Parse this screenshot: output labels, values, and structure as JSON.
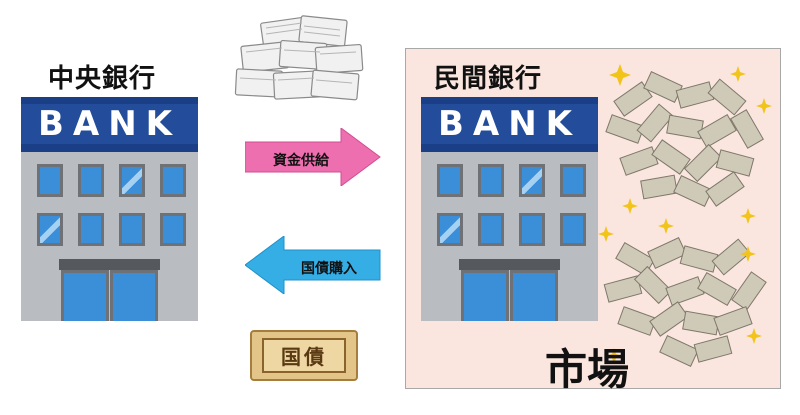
{
  "central_bank": {
    "title": "中央銀行",
    "sign": "BANK"
  },
  "private_bank": {
    "title": "民間銀行",
    "sign": "BANK"
  },
  "market": {
    "label": "市場"
  },
  "flows": {
    "supply_label": "資金供給",
    "bond_purchase_label": "国債購入"
  },
  "bond": {
    "label": "国債"
  },
  "colors": {
    "supply_arrow": "#ee6fb0",
    "bond_arrow": "#35aee6",
    "market_bg": "#fbe6df",
    "bank_sign": "#1a3f86",
    "window": "#3b8fd9"
  },
  "icons": [
    "cash-stack-icon",
    "scattered-banknotes-icon",
    "sparkle-icon",
    "bond-ticket-icon"
  ]
}
